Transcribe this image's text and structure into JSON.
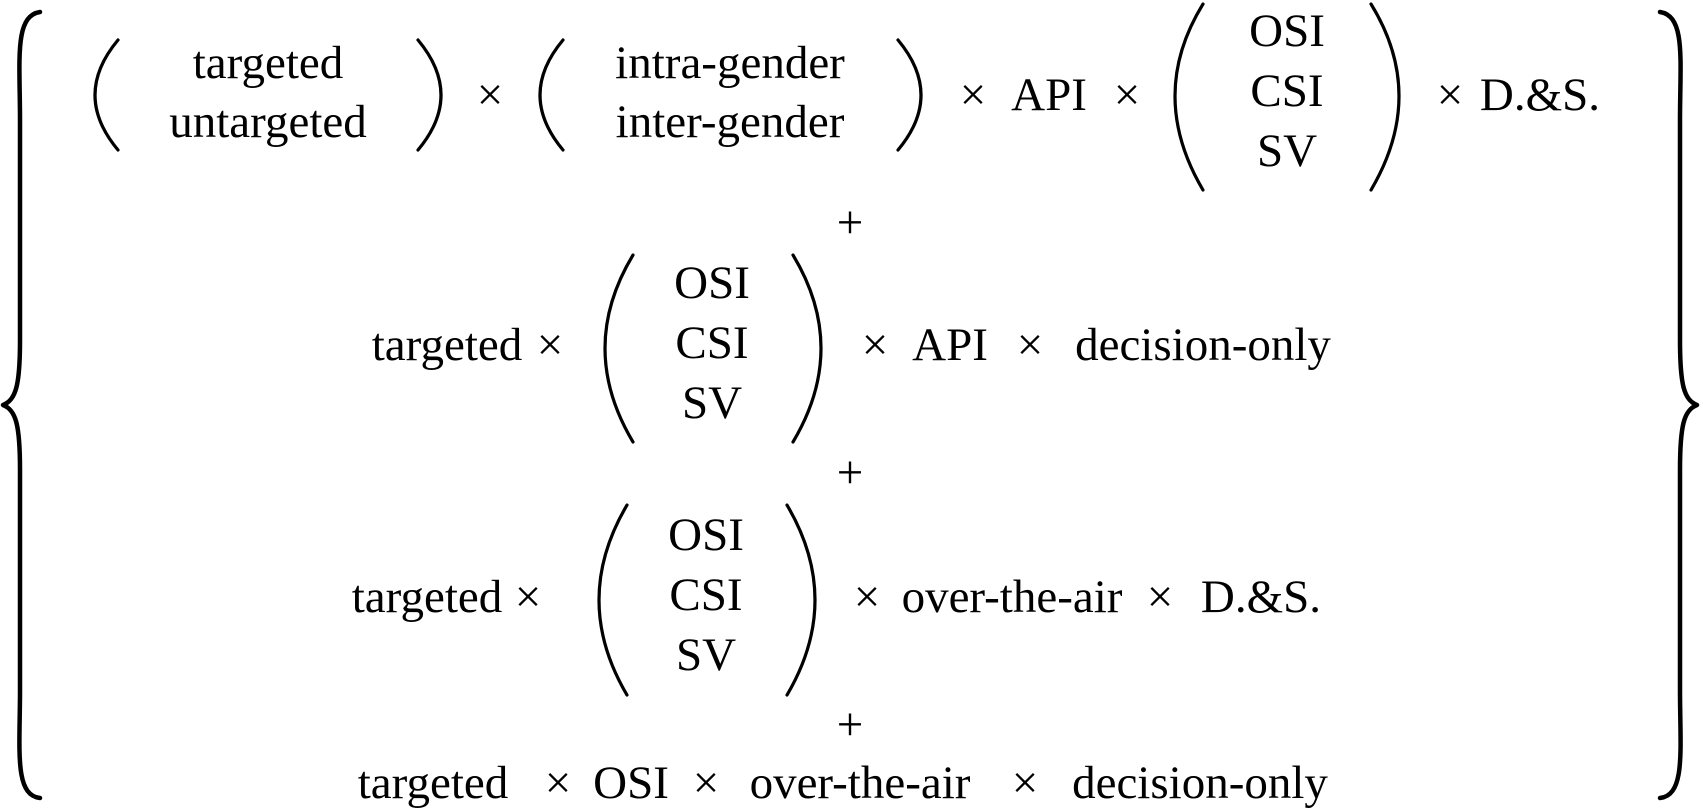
{
  "operators": {
    "times": "×",
    "plus": "+"
  },
  "row1": {
    "group1": [
      "targeted",
      "untargeted"
    ],
    "group2": [
      "intra-gender",
      "inter-gender"
    ],
    "api": "API",
    "group3": [
      "OSI",
      "CSI",
      "SV"
    ],
    "ds": "D.&S."
  },
  "row2": {
    "targeted": "targeted",
    "group": [
      "OSI",
      "CSI",
      "SV"
    ],
    "api": "API",
    "decision": "decision-only"
  },
  "row3": {
    "targeted": "targeted",
    "group": [
      "OSI",
      "CSI",
      "SV"
    ],
    "air": "over-the-air",
    "ds": "D.&S."
  },
  "row4": {
    "targeted": "targeted",
    "osi": "OSI",
    "air": "over-the-air",
    "decision": "decision-only"
  }
}
